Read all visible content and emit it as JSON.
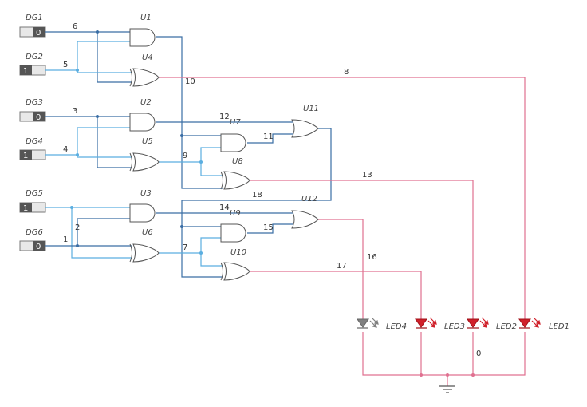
{
  "inputs": [
    {
      "label": "DG1",
      "value": "0"
    },
    {
      "label": "DG2",
      "value": "1"
    },
    {
      "label": "DG3",
      "value": "0"
    },
    {
      "label": "DG4",
      "value": "1"
    },
    {
      "label": "DG5",
      "value": "1"
    },
    {
      "label": "DG6",
      "value": "0"
    }
  ],
  "gates": {
    "U1": "U1",
    "U2": "U2",
    "U3": "U3",
    "U4": "U4",
    "U5": "U5",
    "U6": "U6",
    "U7": "U7",
    "U8": "U8",
    "U9": "U9",
    "U10": "U10",
    "U11": "U11",
    "U12": "U12"
  },
  "nets": [
    "6",
    "5",
    "3",
    "4",
    "2",
    "1",
    "10",
    "12",
    "11",
    "9",
    "13",
    "18",
    "14",
    "15",
    "7",
    "17",
    "8",
    "16",
    "0"
  ],
  "leds": [
    {
      "label": "LED4",
      "state": "off"
    },
    {
      "label": "LED3",
      "state": "on"
    },
    {
      "label": "LED2",
      "state": "on"
    },
    {
      "label": "LED1",
      "state": "on"
    }
  ],
  "colors": {
    "wire_dark": "#3a6ea5",
    "wire_light": "#5aaee0",
    "wire_pink": "#e07090",
    "led_on": "#d0202a",
    "led_off": "#808080"
  }
}
